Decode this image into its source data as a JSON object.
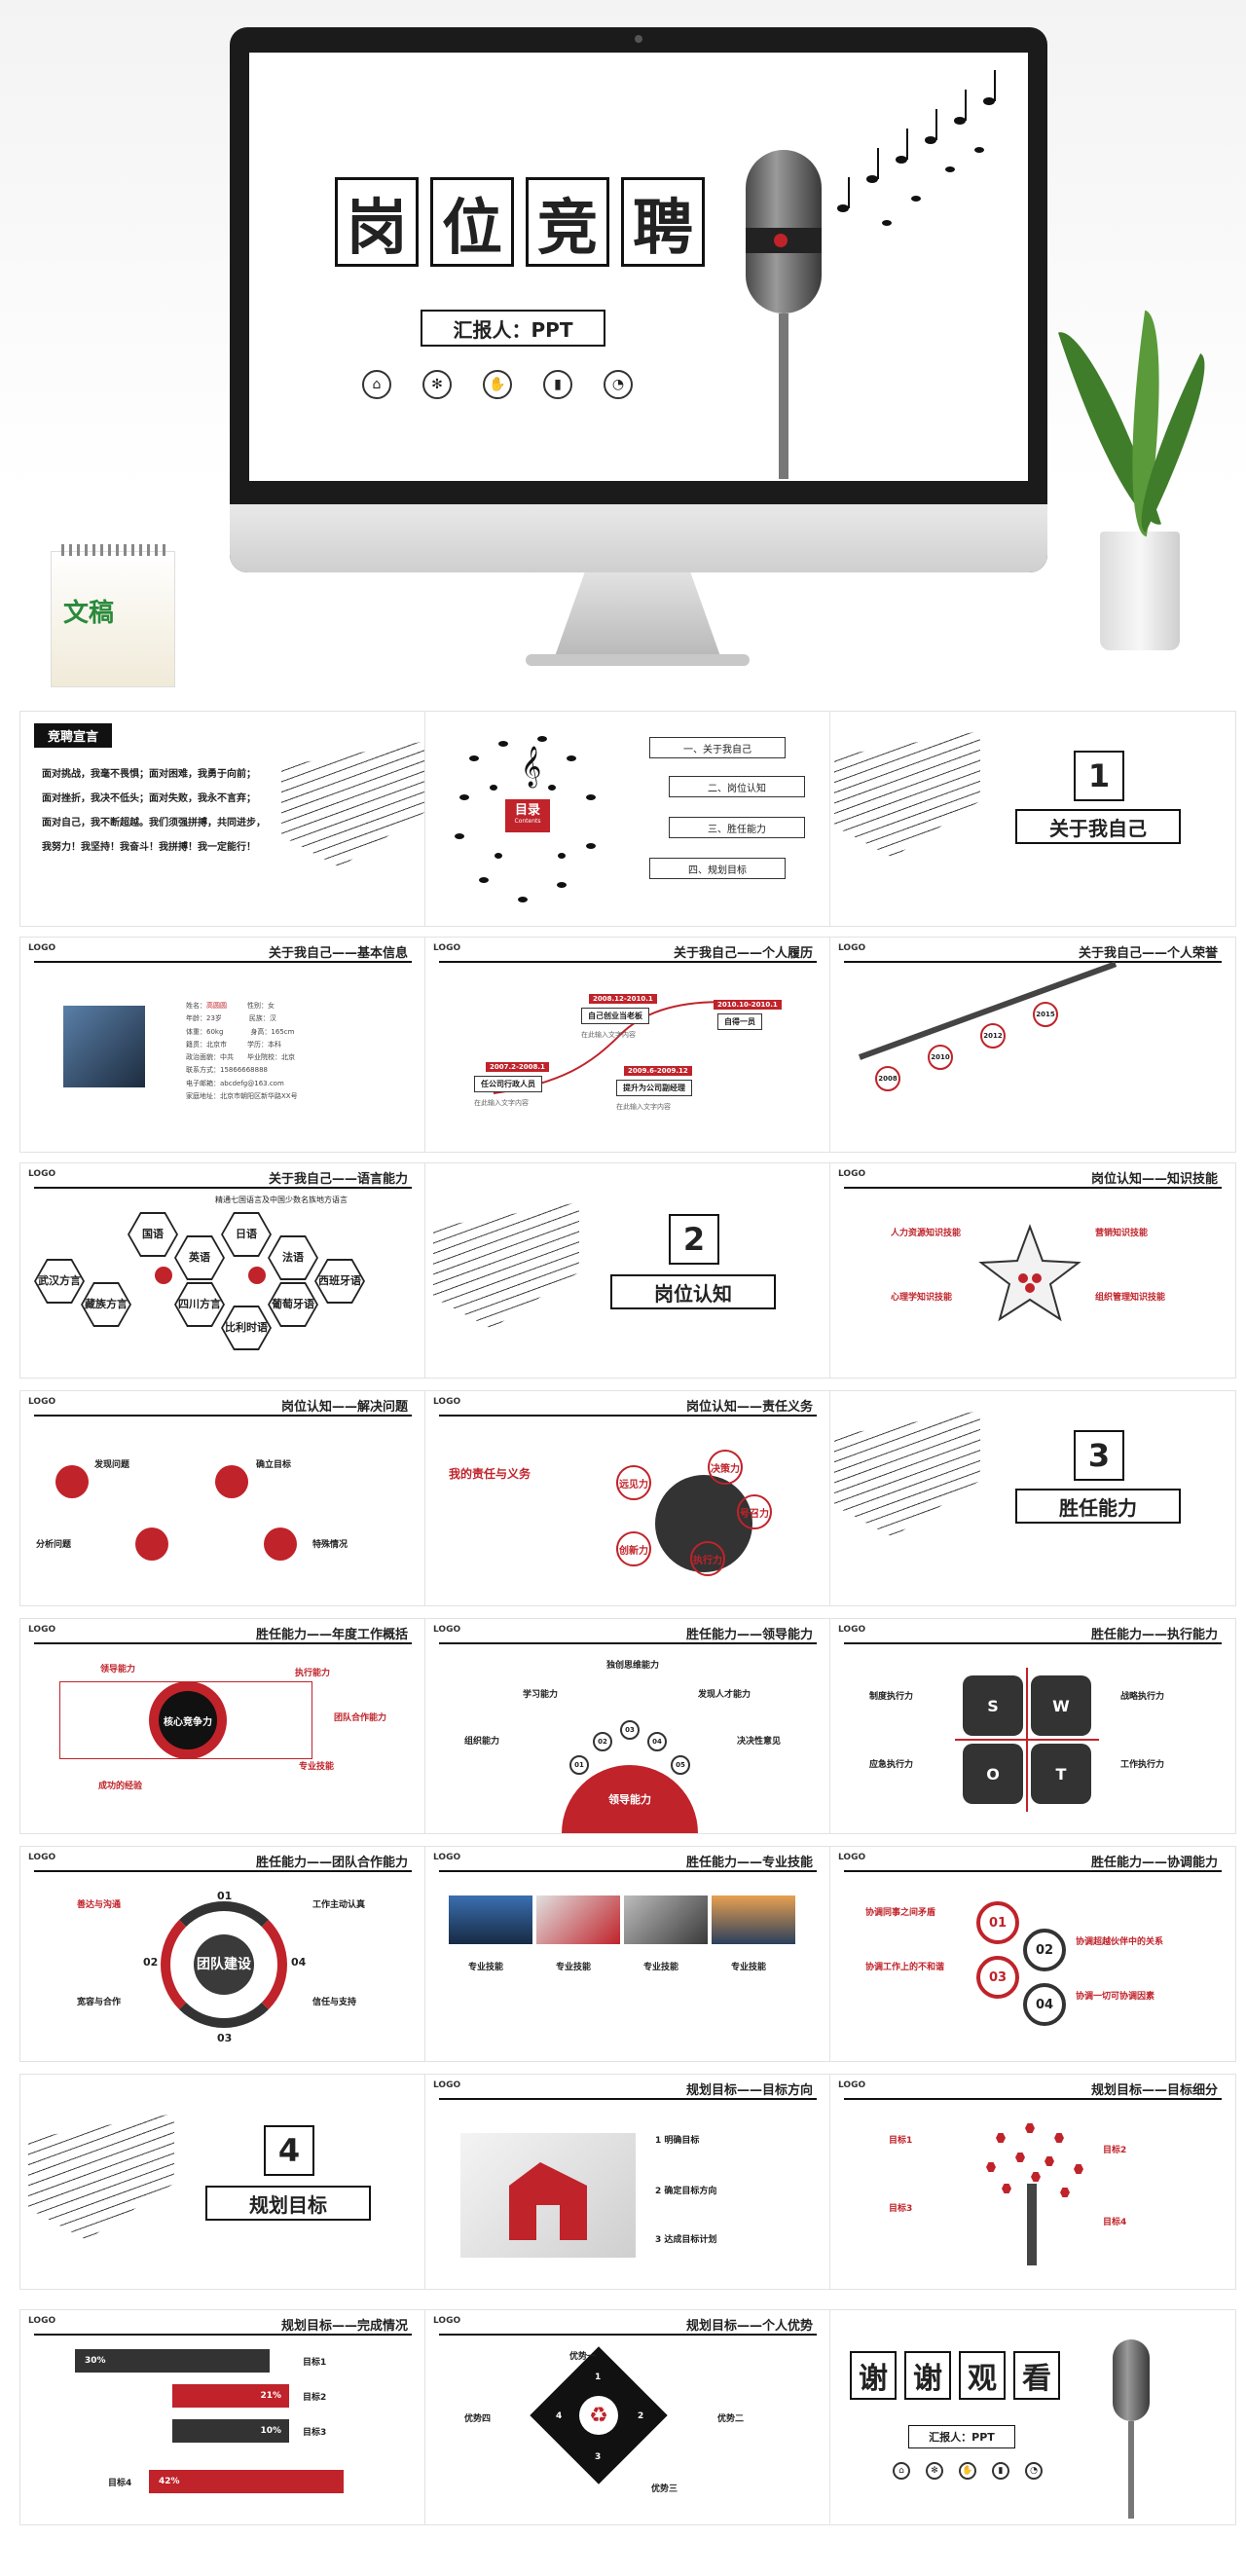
{
  "hero": {
    "title_chars": [
      "岗",
      "位",
      "竞",
      "聘"
    ],
    "reporter": "汇报人：PPT",
    "icons": [
      "home-icon",
      "settings-icon",
      "hand-icon",
      "chart-icon",
      "pie-icon"
    ],
    "calendar_logo": "文稿"
  },
  "slides": {
    "declaration": {
      "header": "竞聘宣言",
      "lines": [
        "面对挑战，我毫不畏惧；面对困难，我勇于向前；",
        "面对挫折，我决不低头；面对失败，我永不言弃；",
        "面对自己，我不断超越。我们须强拼搏，共同进步，",
        "我努力！我坚持！我奋斗！我拼搏！我一定能行！"
      ]
    },
    "toc": {
      "badge": "目录",
      "badge_sub": "Contents",
      "items": [
        "一、关于我自己",
        "二、岗位认知",
        "三、胜任能力",
        "四、规划目标"
      ]
    },
    "section1": {
      "num": "1",
      "label": "关于我自己"
    },
    "basic_info": {
      "title": "关于我自己——基本信息",
      "logo": "LOGO",
      "rows": [
        [
          "姓名：",
          "高圆圆",
          "性别：",
          "女"
        ],
        [
          "年龄：",
          "23岁",
          "民族：",
          "汉"
        ],
        [
          "体重：",
          "60kg",
          "身高：",
          "165cm"
        ],
        [
          "籍贯：",
          "北京市",
          "学历：",
          "本科"
        ],
        [
          "政治面貌：",
          "中共",
          "毕业院校：",
          "北京"
        ]
      ],
      "phone_label": "联系方式：",
      "phone": "15866668888",
      "email_label": "电子邮箱：",
      "email": "abcdefg@163.com",
      "address_label": "家庭地址：",
      "address": "北京市朝阳区新华路XX号"
    },
    "resume": {
      "title": "关于我自己——个人履历",
      "logo": "LOGO",
      "events": [
        {
          "date": "2007.2-2008.1",
          "label": "任公司行政人员"
        },
        {
          "date": "2008.12-2010.1",
          "label": "自己创业当老板"
        },
        {
          "date": "2009.6-2009.12",
          "label": "提升为公司副经理"
        },
        {
          "date": "2010.10-2010.1",
          "label": "自得一员"
        }
      ],
      "desc": "在此输入文字内容"
    },
    "honors": {
      "title": "关于我自己——个人荣誉",
      "logo": "LOGO",
      "years": [
        "2008",
        "2010",
        "2012",
        "2015"
      ]
    },
    "language": {
      "title": "关于我自己——语言能力",
      "logo": "LOGO",
      "subtitle": "精通七国语言及中国少数名族地方语言",
      "hexes": [
        "国语",
        "日语",
        "英语",
        "法语",
        "武汉方言",
        "西班牙语",
        "藏族方言",
        "四川方言",
        "葡萄牙语",
        "比利时语"
      ]
    },
    "section2": {
      "num": "2",
      "label": "岗位认知"
    },
    "knowledge": {
      "title": "岗位认知——知识技能",
      "logo": "LOGO",
      "items": [
        "人力资源知识技能",
        "营销知识技能",
        "心理学知识技能",
        "组织管理知识技能"
      ]
    },
    "problem": {
      "title": "岗位认知——解决问题",
      "logo": "LOGO",
      "items": [
        "发现问题",
        "确立目标",
        "分析问题",
        "特殊情况"
      ]
    },
    "duty": {
      "title": "岗位认知——责任义务",
      "logo": "LOGO",
      "heading": "我的责任与义务",
      "rings": [
        "远见力",
        "决策力",
        "创新力",
        "执行力",
        "号召力"
      ]
    },
    "section3": {
      "num": "3",
      "label": "胜任能力"
    },
    "annual": {
      "title": "胜任能力——年度工作概括",
      "logo": "LOGO",
      "center": "核心竞争力",
      "items": [
        "领导能力",
        "执行能力",
        "团队合作能力",
        "专业技能",
        "成功的经验"
      ]
    },
    "leadership": {
      "title": "胜任能力——领导能力",
      "logo": "LOGO",
      "center": "领导能力",
      "items": [
        "学习能力",
        "独创思维能力",
        "发现人才能力",
        "组织能力",
        "决决性意见"
      ],
      "nums": [
        "01",
        "02",
        "03",
        "04",
        "05"
      ]
    },
    "execution": {
      "title": "胜任能力——执行能力",
      "logo": "LOGO",
      "swot": [
        "S",
        "W",
        "O",
        "T"
      ],
      "items": [
        "制度执行力",
        "战略执行力",
        "应急执行力",
        "工作执行力"
      ]
    },
    "teamwork": {
      "title": "胜任能力——团队合作能力",
      "logo": "LOGO",
      "center": "团队建设",
      "items": [
        "善达与沟通",
        "工作主动认真",
        "宽容与合作",
        "信任与支持"
      ],
      "nums": [
        "01",
        "02",
        "03",
        "04"
      ]
    },
    "professional": {
      "title": "胜任能力——专业技能",
      "logo": "LOGO",
      "items": [
        "专业技能",
        "专业技能",
        "专业技能",
        "专业技能"
      ]
    },
    "coordination": {
      "title": "胜任能力——协调能力",
      "logo": "LOGO",
      "items": [
        "协调同事之间矛盾",
        "协调超越伙伴中的关系",
        "协调工作上的不和谐",
        "协调一切可协调因素"
      ],
      "nums": [
        "01",
        "02",
        "03",
        "04"
      ]
    },
    "section4": {
      "num": "4",
      "label": "规划目标"
    },
    "direction": {
      "title": "规划目标——目标方向",
      "logo": "LOGO",
      "items": [
        "1 明确目标",
        "2 确定目标方向",
        "3 达成目标计划"
      ]
    },
    "breakdown": {
      "title": "规划目标——目标细分",
      "logo": "LOGO",
      "items": [
        "目标1",
        "目标2",
        "目标3",
        "目标4"
      ]
    },
    "completion": {
      "title": "规划目标——完成情况",
      "logo": "LOGO",
      "bars": [
        {
          "pct": "30%",
          "label": "目标1"
        },
        {
          "pct": "21%",
          "label": "目标2"
        },
        {
          "pct": "10%",
          "label": "目标3"
        },
        {
          "pct": "42%",
          "label": "目标4"
        }
      ]
    },
    "advantage": {
      "title": "规划目标——个人优势",
      "logo": "LOGO",
      "items": [
        "优势一",
        "优势二",
        "优势三",
        "优势四"
      ],
      "nums": [
        "1",
        "2",
        "3",
        "4"
      ]
    },
    "thanks": {
      "chars": [
        "谢",
        "谢",
        "观",
        "看"
      ],
      "reporter": "汇报人：PPT"
    }
  }
}
